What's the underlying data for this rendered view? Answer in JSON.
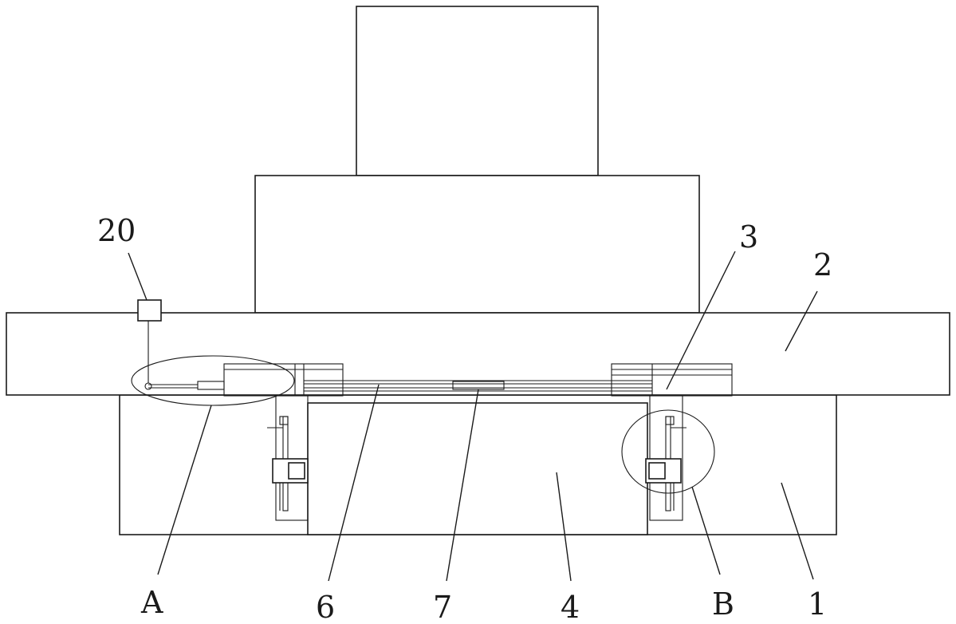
{
  "labels": {
    "l20": "20",
    "l3": "3",
    "l2": "2",
    "lA": "A",
    "l6": "6",
    "l7": "7",
    "l4": "4",
    "lB": "B",
    "l1": "1"
  }
}
